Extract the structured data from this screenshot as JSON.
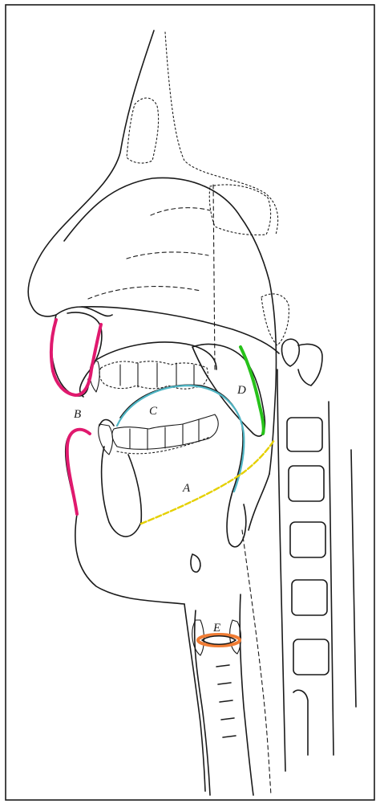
{
  "labels": {
    "a": "A",
    "b": "B",
    "c": "C",
    "d": "D",
    "e": "E"
  },
  "colors": {
    "a": "#e5d000",
    "b": "#e0196e",
    "c": "#4fb5c4",
    "d": "#27c21a",
    "e": "#f07c34",
    "ink": "#1a1a1a",
    "frame": "#1a1a1a"
  }
}
